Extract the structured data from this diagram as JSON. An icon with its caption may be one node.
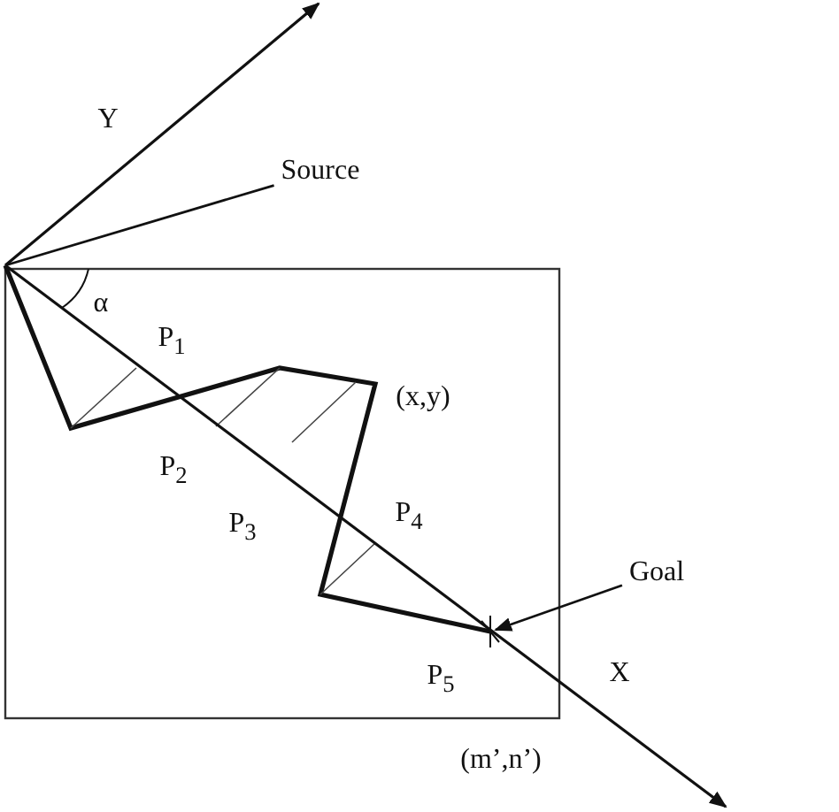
{
  "diagram": {
    "nodes": [
      {
        "text": [
          "Source"
        ]
      },
      {
        "text": [
          "Goal"
        ]
      }
    ],
    "edges": [
      {
        "from": 0,
        "to": null,
        "arrow": "none"
      },
      {
        "from": 1,
        "to": null,
        "arrow": "to"
      }
    ],
    "labels": [
      "Y",
      "α",
      "P$_{1}$",
      "(x,y)",
      "P$_{2}$",
      "P$_{3}$",
      "P$_{4}$",
      "X",
      "P$_{5}$",
      "(m’,n’)"
    ]
  }
}
